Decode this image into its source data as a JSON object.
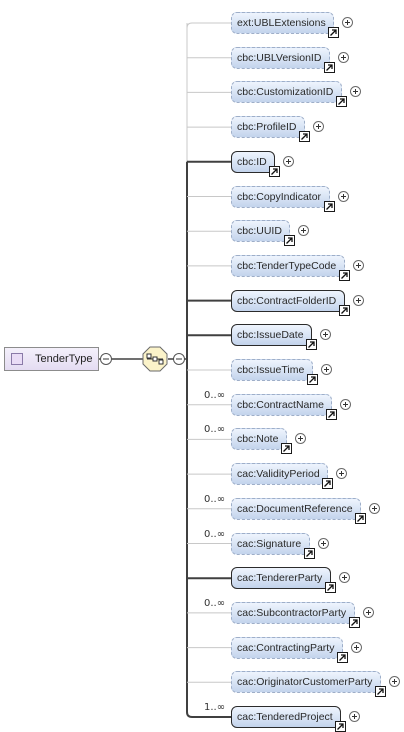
{
  "root": {
    "label": "TenderType"
  },
  "compositor": "sequence",
  "elements": [
    {
      "label": "ext:UBLExtensions",
      "occurrence": "",
      "required": false
    },
    {
      "label": "cbc:UBLVersionID",
      "occurrence": "",
      "required": false
    },
    {
      "label": "cbc:CustomizationID",
      "occurrence": "",
      "required": false
    },
    {
      "label": "cbc:ProfileID",
      "occurrence": "",
      "required": false
    },
    {
      "label": "cbc:ID",
      "occurrence": "",
      "required": true
    },
    {
      "label": "cbc:CopyIndicator",
      "occurrence": "",
      "required": false
    },
    {
      "label": "cbc:UUID",
      "occurrence": "",
      "required": false
    },
    {
      "label": "cbc:TenderTypeCode",
      "occurrence": "",
      "required": false
    },
    {
      "label": "cbc:ContractFolderID",
      "occurrence": "",
      "required": true
    },
    {
      "label": "cbc:IssueDate",
      "occurrence": "",
      "required": true
    },
    {
      "label": "cbc:IssueTime",
      "occurrence": "",
      "required": false
    },
    {
      "label": "cbc:ContractName",
      "occurrence": "0..∞",
      "required": false
    },
    {
      "label": "cbc:Note",
      "occurrence": "0..∞",
      "required": false
    },
    {
      "label": "cac:ValidityPeriod",
      "occurrence": "",
      "required": false
    },
    {
      "label": "cac:DocumentReference",
      "occurrence": "0..∞",
      "required": false
    },
    {
      "label": "cac:Signature",
      "occurrence": "0..∞",
      "required": false
    },
    {
      "label": "cac:TendererParty",
      "occurrence": "",
      "required": true
    },
    {
      "label": "cac:SubcontractorParty",
      "occurrence": "0..∞",
      "required": false
    },
    {
      "label": "cac:ContractingParty",
      "occurrence": "",
      "required": false
    },
    {
      "label": "cac:OriginatorCustomerParty",
      "occurrence": "",
      "required": false
    },
    {
      "label": "cac:TenderedProject",
      "occurrence": "1..∞",
      "required": true
    }
  ],
  "colors": {
    "element_fill": "#d7e3f4",
    "optional_border": "#9eaec8",
    "required_border": "#2b2b2b",
    "optional_line": "#c8c8c8",
    "required_line": "#404040"
  }
}
